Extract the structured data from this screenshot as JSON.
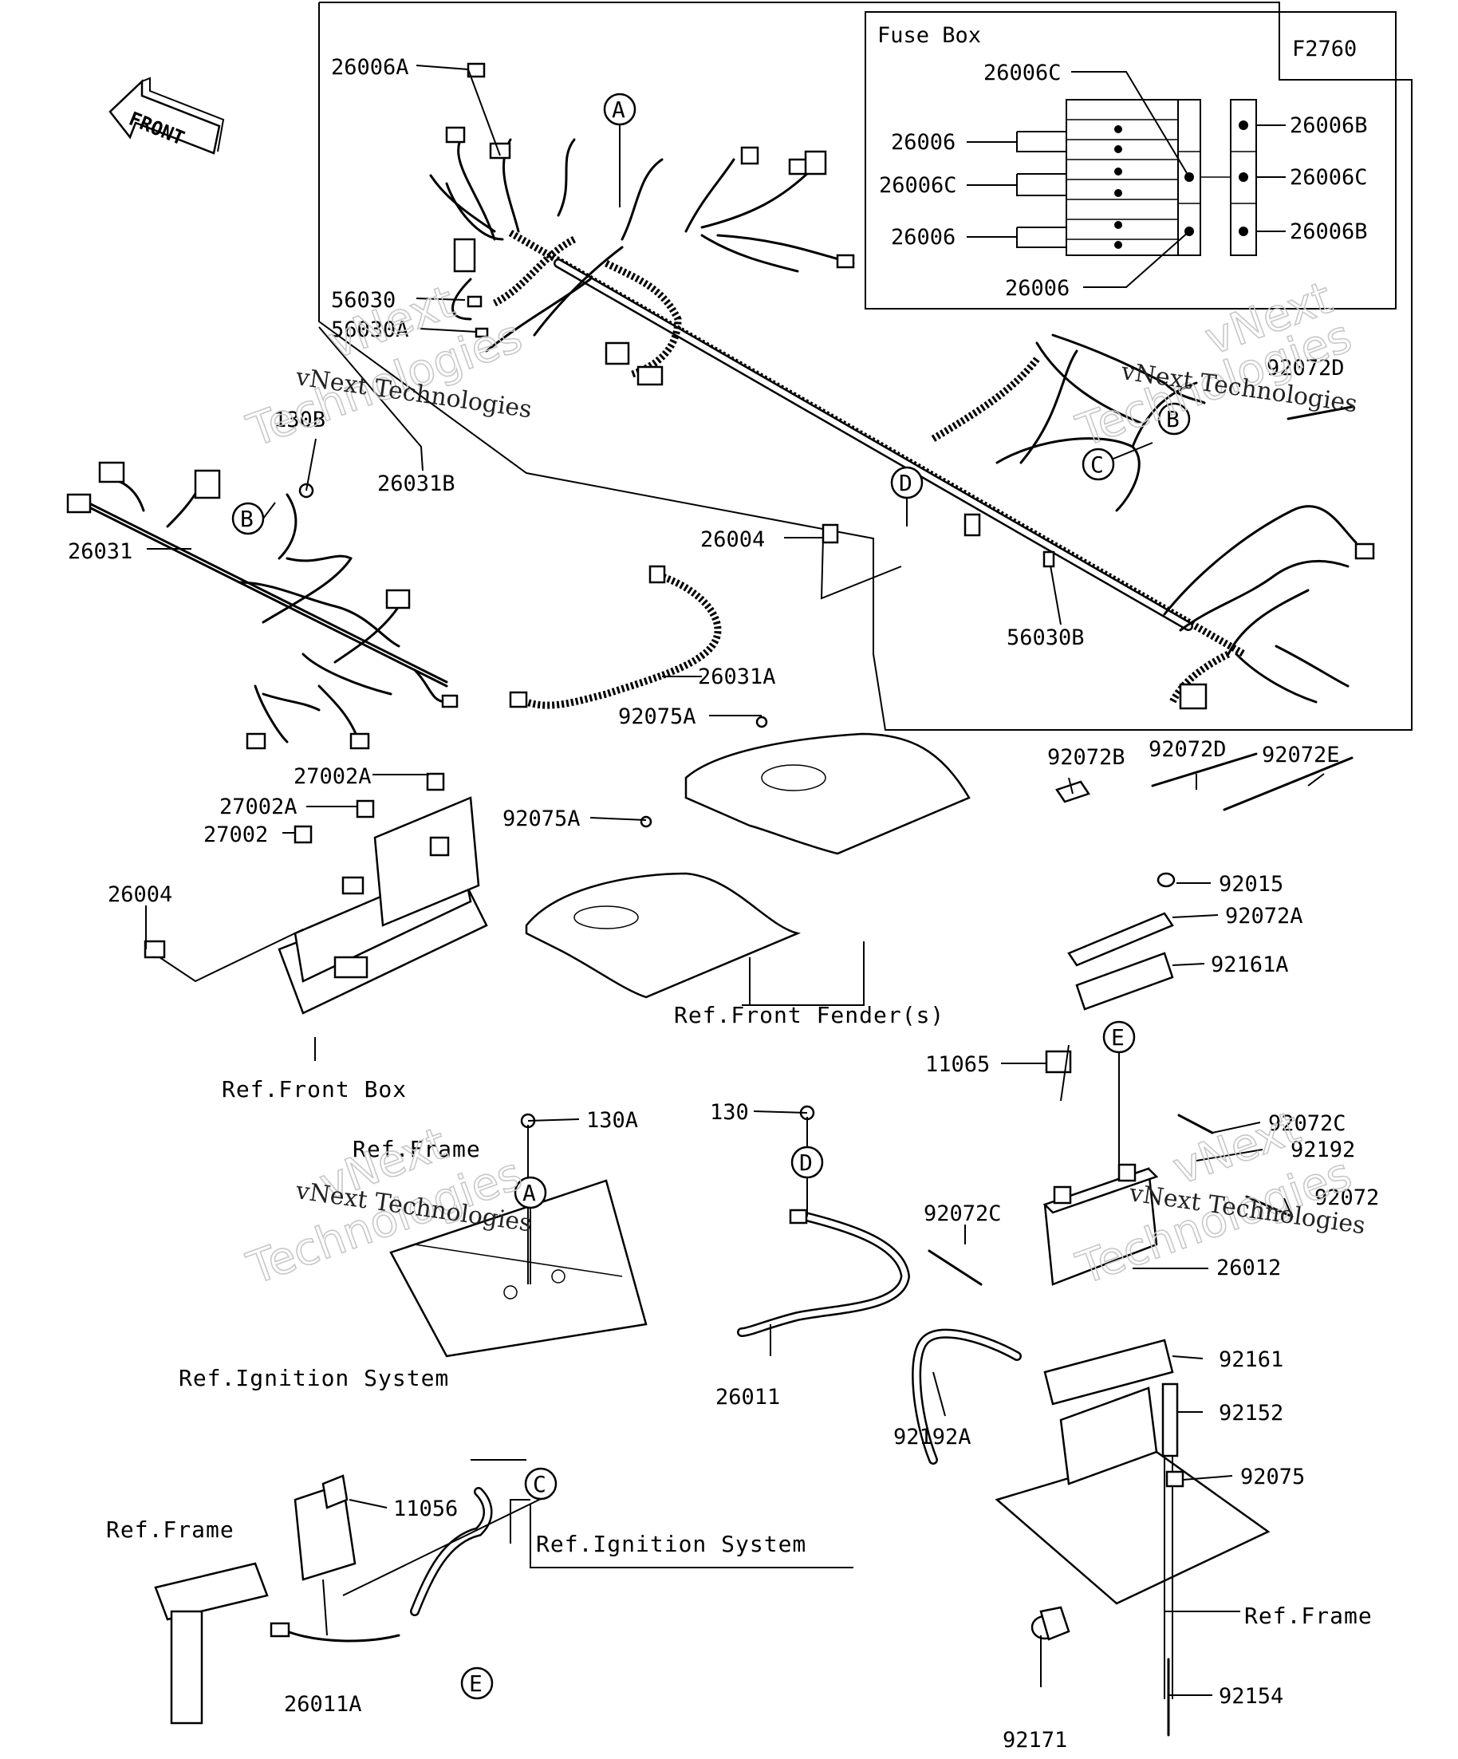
{
  "diagram_code": "F2760",
  "front_label": "FRONT",
  "fuse_box": {
    "title": "Fuse Box",
    "labels": [
      "26006C",
      "26006",
      "26006C",
      "26006",
      "26006",
      "26006B",
      "26006C",
      "26006B"
    ]
  },
  "circles": [
    "A",
    "A",
    "B",
    "B",
    "C",
    "C",
    "D",
    "D",
    "E",
    "E"
  ],
  "part_labels": [
    "26006A",
    "56030",
    "56030A",
    "130B",
    "26031B",
    "26031",
    "26004",
    "56030B",
    "26031A",
    "92072D",
    "92075A",
    "92075A",
    "27002A",
    "27002A",
    "27002",
    "26004",
    "92072B",
    "92072D",
    "92072E",
    "92015",
    "92072A",
    "92161A",
    "11065",
    "130A",
    "130",
    "92072C",
    "92192",
    "92072",
    "92072C",
    "26012",
    "26011",
    "92192A",
    "92161",
    "92152",
    "92075",
    "11056",
    "26011A",
    "92171",
    "92154"
  ],
  "ref_labels": [
    "Ref.Front Fender(s)",
    "Ref.Front Box",
    "Ref.Frame",
    "Ref.Ignition System",
    "Ref.Frame",
    "Ref.Ignition System",
    "Ref.Frame"
  ],
  "watermark": {
    "line1": "vNext Technologies",
    "big_word1": "vNext",
    "big_word2": "Technologies"
  }
}
